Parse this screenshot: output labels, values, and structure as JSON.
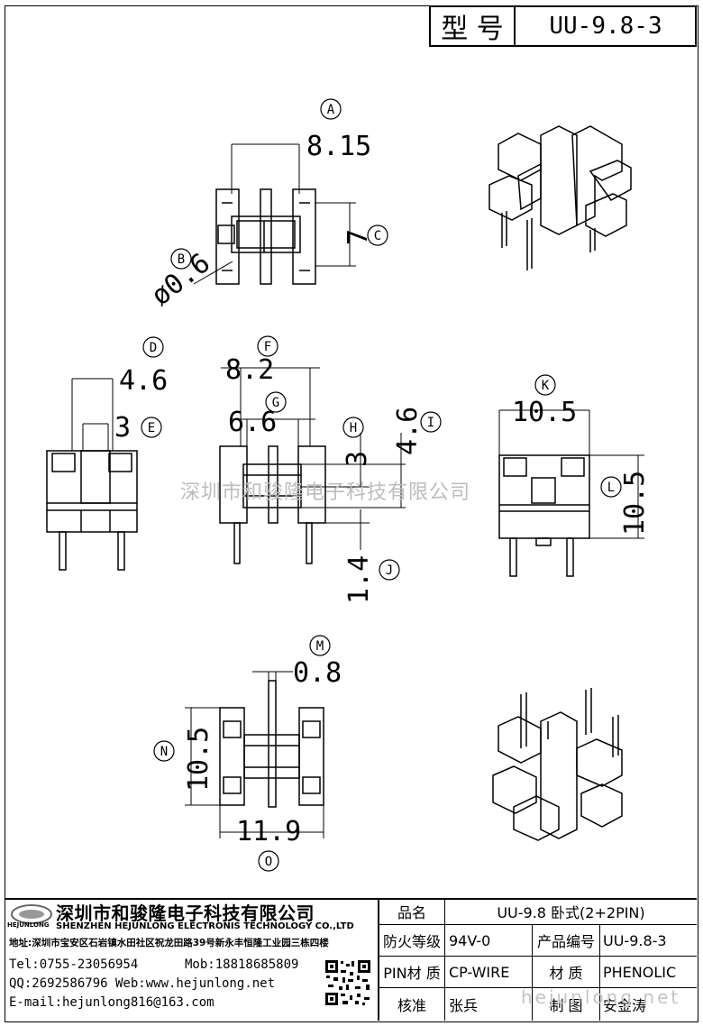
{
  "title_block": {
    "model_label": "型 号",
    "model_value": "UU-9.8-3"
  },
  "dimensions": {
    "A": "8.15",
    "B": "ø0.6",
    "C": "7",
    "D": "4.6",
    "E": "3",
    "F": "8.2",
    "G": "6.6",
    "H": "3",
    "I": "4.6",
    "J": "1.4",
    "K": "10.5",
    "L": "10.5",
    "M": "0.8",
    "N": "10.5",
    "O": "11.9"
  },
  "markers": [
    "A",
    "B",
    "C",
    "D",
    "E",
    "F",
    "G",
    "H",
    "I",
    "J",
    "K",
    "L",
    "M",
    "N",
    "O"
  ],
  "watermark": "深圳市和骏隆电子科技有限公司",
  "watermark_url": "hejunlong.net",
  "company": {
    "logo_text": "HEJUNLONG",
    "name_cn": "深圳市和骏隆电子科技有限公司",
    "name_en": "SHENZHEN HEJUNLONG ELECTRONIS TECHNOLOGY CO.,LTD",
    "address": "地址:深圳市宝安区石岩镇水田社区祝龙田路39号新永丰恒隆工业园三栋四楼",
    "tel": "Tel:0755-23056954",
    "mob": "Mob:18818685809",
    "qq_web": "QQ:2692586796 Web:www.hejunlong.net",
    "email": "E-mail:hejunlong816@163.com"
  },
  "spec_table": {
    "product_label": "品名",
    "product_value": "UU-9.8 卧式(2+2PIN)",
    "flame_label": "防火等级",
    "flame_value": "94V-0",
    "code_label": "产品编号",
    "code_value": "UU-9.8-3",
    "pin_label": "PIN材 质",
    "pin_value": "CP-WIRE",
    "material_label": "材 质",
    "material_value": "PHENOLIC",
    "check_label": "核准",
    "check_value": "张兵",
    "draw_label": "制 图",
    "draw_value": "安金涛"
  }
}
